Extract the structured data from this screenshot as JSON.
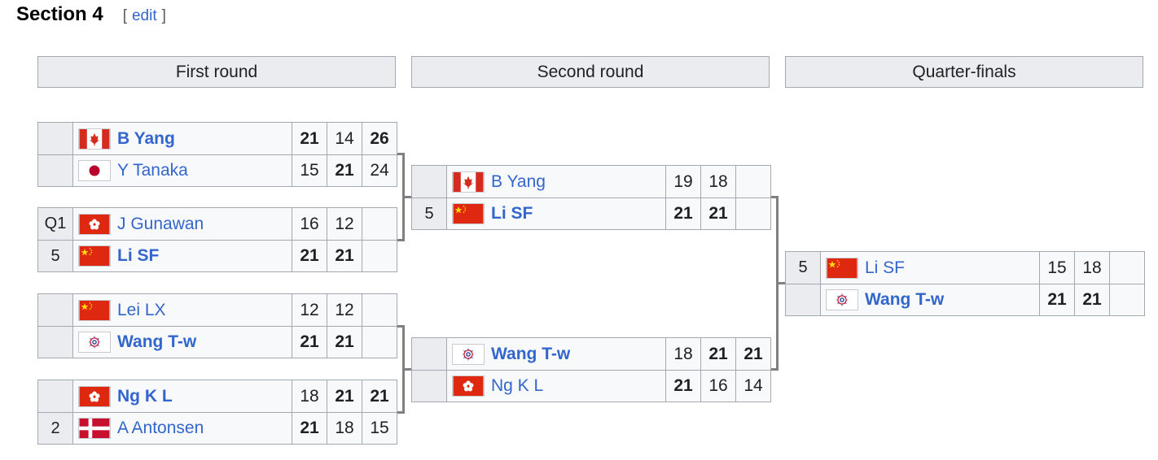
{
  "section": {
    "title": "Section 4",
    "edit_open": "[",
    "edit_label": "edit",
    "edit_close": "]"
  },
  "rounds": [
    {
      "label": "First round"
    },
    {
      "label": "Second round"
    },
    {
      "label": "Quarter-finals"
    }
  ],
  "flags": {
    "CAN": "canada",
    "JPN": "japan",
    "HKG": "hong-kong",
    "CHN": "china",
    "TPE": "chinese-taipei",
    "DEN": "denmark"
  },
  "first_round": [
    {
      "players": [
        {
          "seed": "",
          "flag": "CAN",
          "name": "B Yang",
          "winner": true,
          "scores": [
            "21",
            "14",
            "26"
          ],
          "score_win": [
            true,
            false,
            true
          ]
        },
        {
          "seed": "",
          "flag": "JPN",
          "name": "Y Tanaka",
          "winner": false,
          "scores": [
            "15",
            "21",
            "24"
          ],
          "score_win": [
            false,
            true,
            false
          ]
        }
      ]
    },
    {
      "players": [
        {
          "seed": "Q1",
          "flag": "HKG",
          "name": "J Gunawan",
          "winner": false,
          "scores": [
            "16",
            "12",
            ""
          ],
          "score_win": [
            false,
            false,
            false
          ]
        },
        {
          "seed": "5",
          "flag": "CHN",
          "name": "Li SF",
          "winner": true,
          "scores": [
            "21",
            "21",
            ""
          ],
          "score_win": [
            true,
            true,
            false
          ]
        }
      ]
    },
    {
      "players": [
        {
          "seed": "",
          "flag": "CHN",
          "name": "Lei LX",
          "winner": false,
          "scores": [
            "12",
            "12",
            ""
          ],
          "score_win": [
            false,
            false,
            false
          ]
        },
        {
          "seed": "",
          "flag": "TPE",
          "name": "Wang T-w",
          "winner": true,
          "scores": [
            "21",
            "21",
            ""
          ],
          "score_win": [
            true,
            true,
            false
          ]
        }
      ]
    },
    {
      "players": [
        {
          "seed": "",
          "flag": "HKG",
          "name": "Ng K L",
          "winner": true,
          "scores": [
            "18",
            "21",
            "21"
          ],
          "score_win": [
            false,
            true,
            true
          ]
        },
        {
          "seed": "2",
          "flag": "DEN",
          "name": "A Antonsen",
          "winner": false,
          "scores": [
            "21",
            "18",
            "15"
          ],
          "score_win": [
            true,
            false,
            false
          ]
        }
      ]
    }
  ],
  "second_round": [
    {
      "players": [
        {
          "seed": "",
          "flag": "CAN",
          "name": "B Yang",
          "winner": false,
          "scores": [
            "19",
            "18",
            ""
          ],
          "score_win": [
            false,
            false,
            false
          ]
        },
        {
          "seed": "5",
          "flag": "CHN",
          "name": "Li SF",
          "winner": true,
          "scores": [
            "21",
            "21",
            ""
          ],
          "score_win": [
            true,
            true,
            false
          ]
        }
      ]
    },
    {
      "players": [
        {
          "seed": "",
          "flag": "TPE",
          "name": "Wang T-w",
          "winner": true,
          "scores": [
            "18",
            "21",
            "21"
          ],
          "score_win": [
            false,
            true,
            true
          ]
        },
        {
          "seed": "",
          "flag": "HKG",
          "name": "Ng K L",
          "winner": false,
          "scores": [
            "21",
            "16",
            "14"
          ],
          "score_win": [
            true,
            false,
            false
          ]
        }
      ]
    }
  ],
  "quarter_finals": [
    {
      "players": [
        {
          "seed": "5",
          "flag": "CHN",
          "name": "Li SF",
          "winner": false,
          "scores": [
            "15",
            "18",
            ""
          ],
          "score_win": [
            false,
            false,
            false
          ]
        },
        {
          "seed": "",
          "flag": "TPE",
          "name": "Wang T-w",
          "winner": true,
          "scores": [
            "21",
            "21",
            ""
          ],
          "score_win": [
            true,
            true,
            false
          ]
        }
      ]
    }
  ],
  "colors": {
    "link": "#3366cc",
    "header_bg": "#eaecf0",
    "cell_bg": "#f8f9fa",
    "border": "#a2a9b1",
    "connector": "#808080"
  }
}
